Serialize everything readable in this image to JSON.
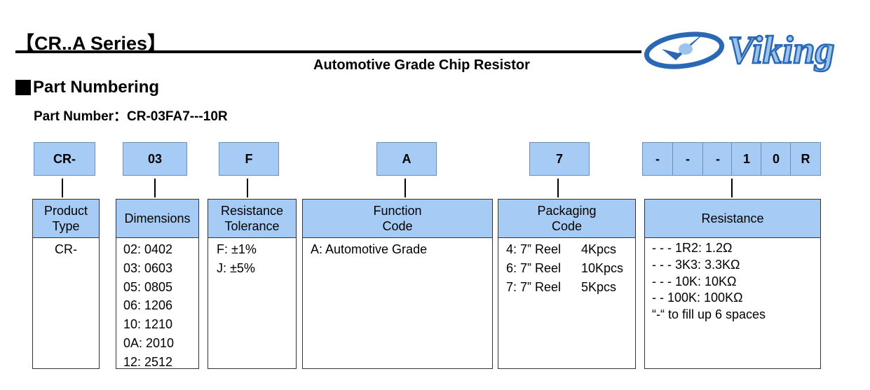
{
  "header": {
    "title": "【CR..A Series】",
    "subtitle": "Automotive Grade Chip Resistor",
    "logo_text": "Viking",
    "brand_color": "#2a67b5"
  },
  "section_title": "Part Numbering",
  "part_number_line": "Part Number：CR-03FA7---10R",
  "codes": {
    "series": "CR-",
    "dimension": "03",
    "tolerance": "F",
    "function": "A",
    "packaging": "7",
    "resistance_chars": [
      "-",
      "-",
      "-",
      "1",
      "0",
      "R"
    ]
  },
  "columns": {
    "product_type": {
      "head": [
        "Product",
        "Type"
      ],
      "items": [
        "CR-"
      ]
    },
    "dimensions": {
      "head": [
        "Dimensions"
      ],
      "items": [
        "02: 0402",
        "03: 0603",
        "05: 0805",
        "06: 1206",
        "10: 1210",
        "0A: 2010",
        "12: 2512"
      ]
    },
    "tolerance": {
      "head": [
        "Resistance",
        "Tolerance"
      ],
      "items": [
        "F: ±1%",
        "J: ±5%"
      ]
    },
    "function": {
      "head": [
        "Function",
        "Code"
      ],
      "items": [
        "A: Automotive Grade"
      ]
    },
    "packaging": {
      "head": [
        "Packaging",
        "Code"
      ],
      "items": [
        {
          "code": "4: 7” Reel",
          "qty": "4Kpcs"
        },
        {
          "code": "6: 7” Reel",
          "qty": "10Kpcs"
        },
        {
          "code": "7: 7” Reel",
          "qty": "5Kpcs"
        }
      ]
    },
    "resistance": {
      "head": [
        "Resistance"
      ],
      "items": [
        "- - - 1R2: 1.2Ω",
        "- - - 3K3: 3.3KΩ",
        "- - - 10K: 10KΩ",
        "- - 100K: 100KΩ",
        "“-“ to fill up 6 spaces"
      ]
    }
  },
  "colors": {
    "box_fill": "#a6cbf5",
    "border": "#333333"
  }
}
